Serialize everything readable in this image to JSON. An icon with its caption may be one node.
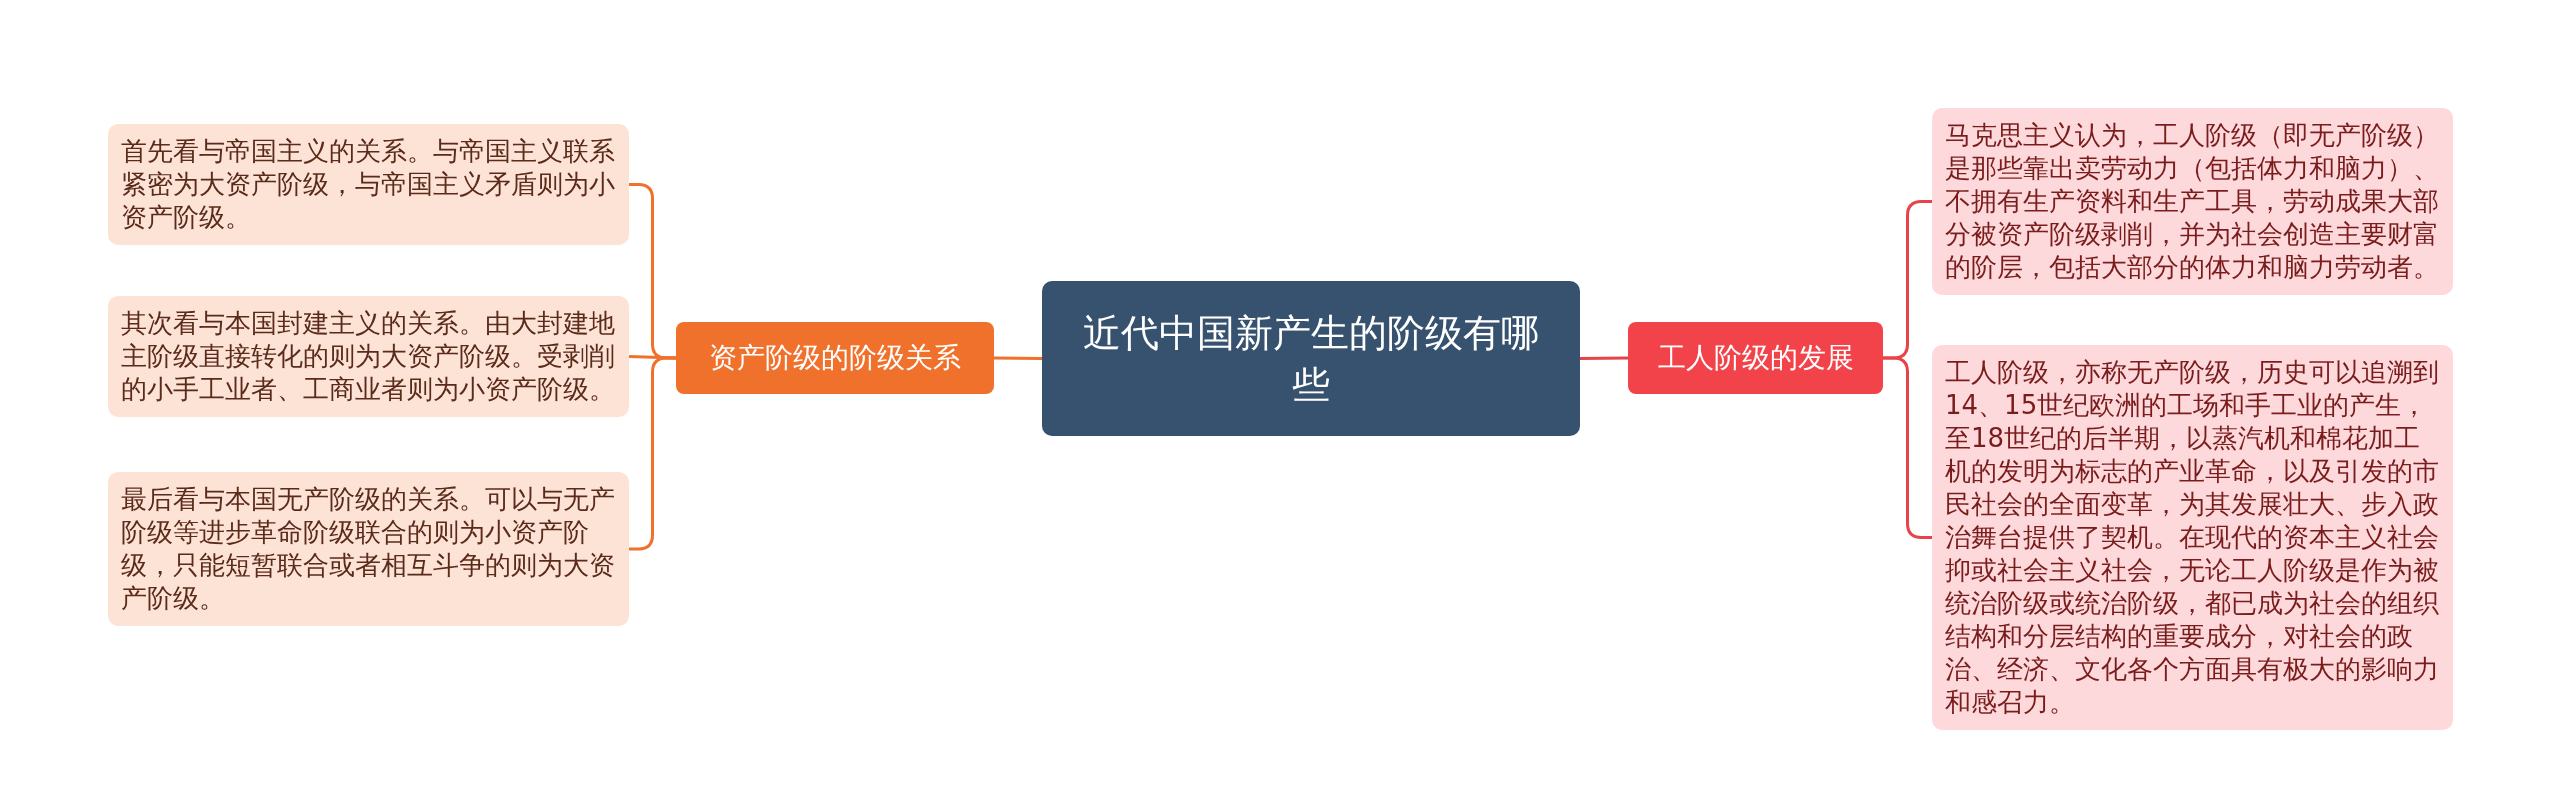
{
  "diagram": {
    "nodes": [
      {
        "text": [
          "近代中国新产生的阶级有哪些"
        ]
      },
      {
        "text": [
          "资产阶级的阶级关系"
        ]
      },
      {
        "text": [
          "首先看与帝国主义的关系。与帝国主义联系紧密为大资产阶级，与帝国主义矛盾则为小资产阶级。"
        ]
      },
      {
        "text": [
          "其次看与本国封建主义的关系。由大封建地主阶级直接转化的则为大资产阶级。受剥削的小手工业者、工商业者则为小资产阶级。"
        ]
      },
      {
        "text": [
          "最后看与本国无产阶级的关系。可以与无产阶级等进步革命阶级联合的则为小资产阶级，只能短暂联合或者相互斗争的则为大资产阶级。"
        ]
      },
      {
        "text": [
          "工人阶级的发展"
        ]
      },
      {
        "text": [
          "马克思主义认为，工人阶级（即无产阶级）是那些靠出卖劳动力（包括体力和脑力）、不拥有生产资料和生产工具，劳动成果大部分被资产阶级剥削，并为社会创造主要财富的阶层，包括大部分的体力和脑力劳动者。"
        ]
      },
      {
        "text": [
          "工人阶级，亦称无产阶级，历史可以追溯到14、15世纪欧洲的工场和手工业的产生，至18世纪的后半期，以蒸汽机和棉花加工机的发明为标志的产业革命，以及引发的市民社会的全面变革，为其发展壮大、步入政治舞台提供了契机。在现代的资本主义社会抑或社会主义社会，无论工人阶级是作为被统治阶级或统治阶级，都已成为社会的组织结构和分层结构的重要成分，对社会的政治、经济、文化各个方面具有极大的影响力和感召力。"
        ]
      }
    ],
    "edges": [
      {
        "from": 0,
        "to": 1,
        "arrow": "none"
      },
      {
        "from": 1,
        "to": 2,
        "arrow": "none"
      },
      {
        "from": 1,
        "to": 3,
        "arrow": "none"
      },
      {
        "from": 1,
        "to": 4,
        "arrow": "none"
      },
      {
        "from": 0,
        "to": 5,
        "arrow": "none"
      },
      {
        "from": 5,
        "to": 6,
        "arrow": "none"
      },
      {
        "from": 5,
        "to": 7,
        "arrow": "none"
      }
    ]
  }
}
